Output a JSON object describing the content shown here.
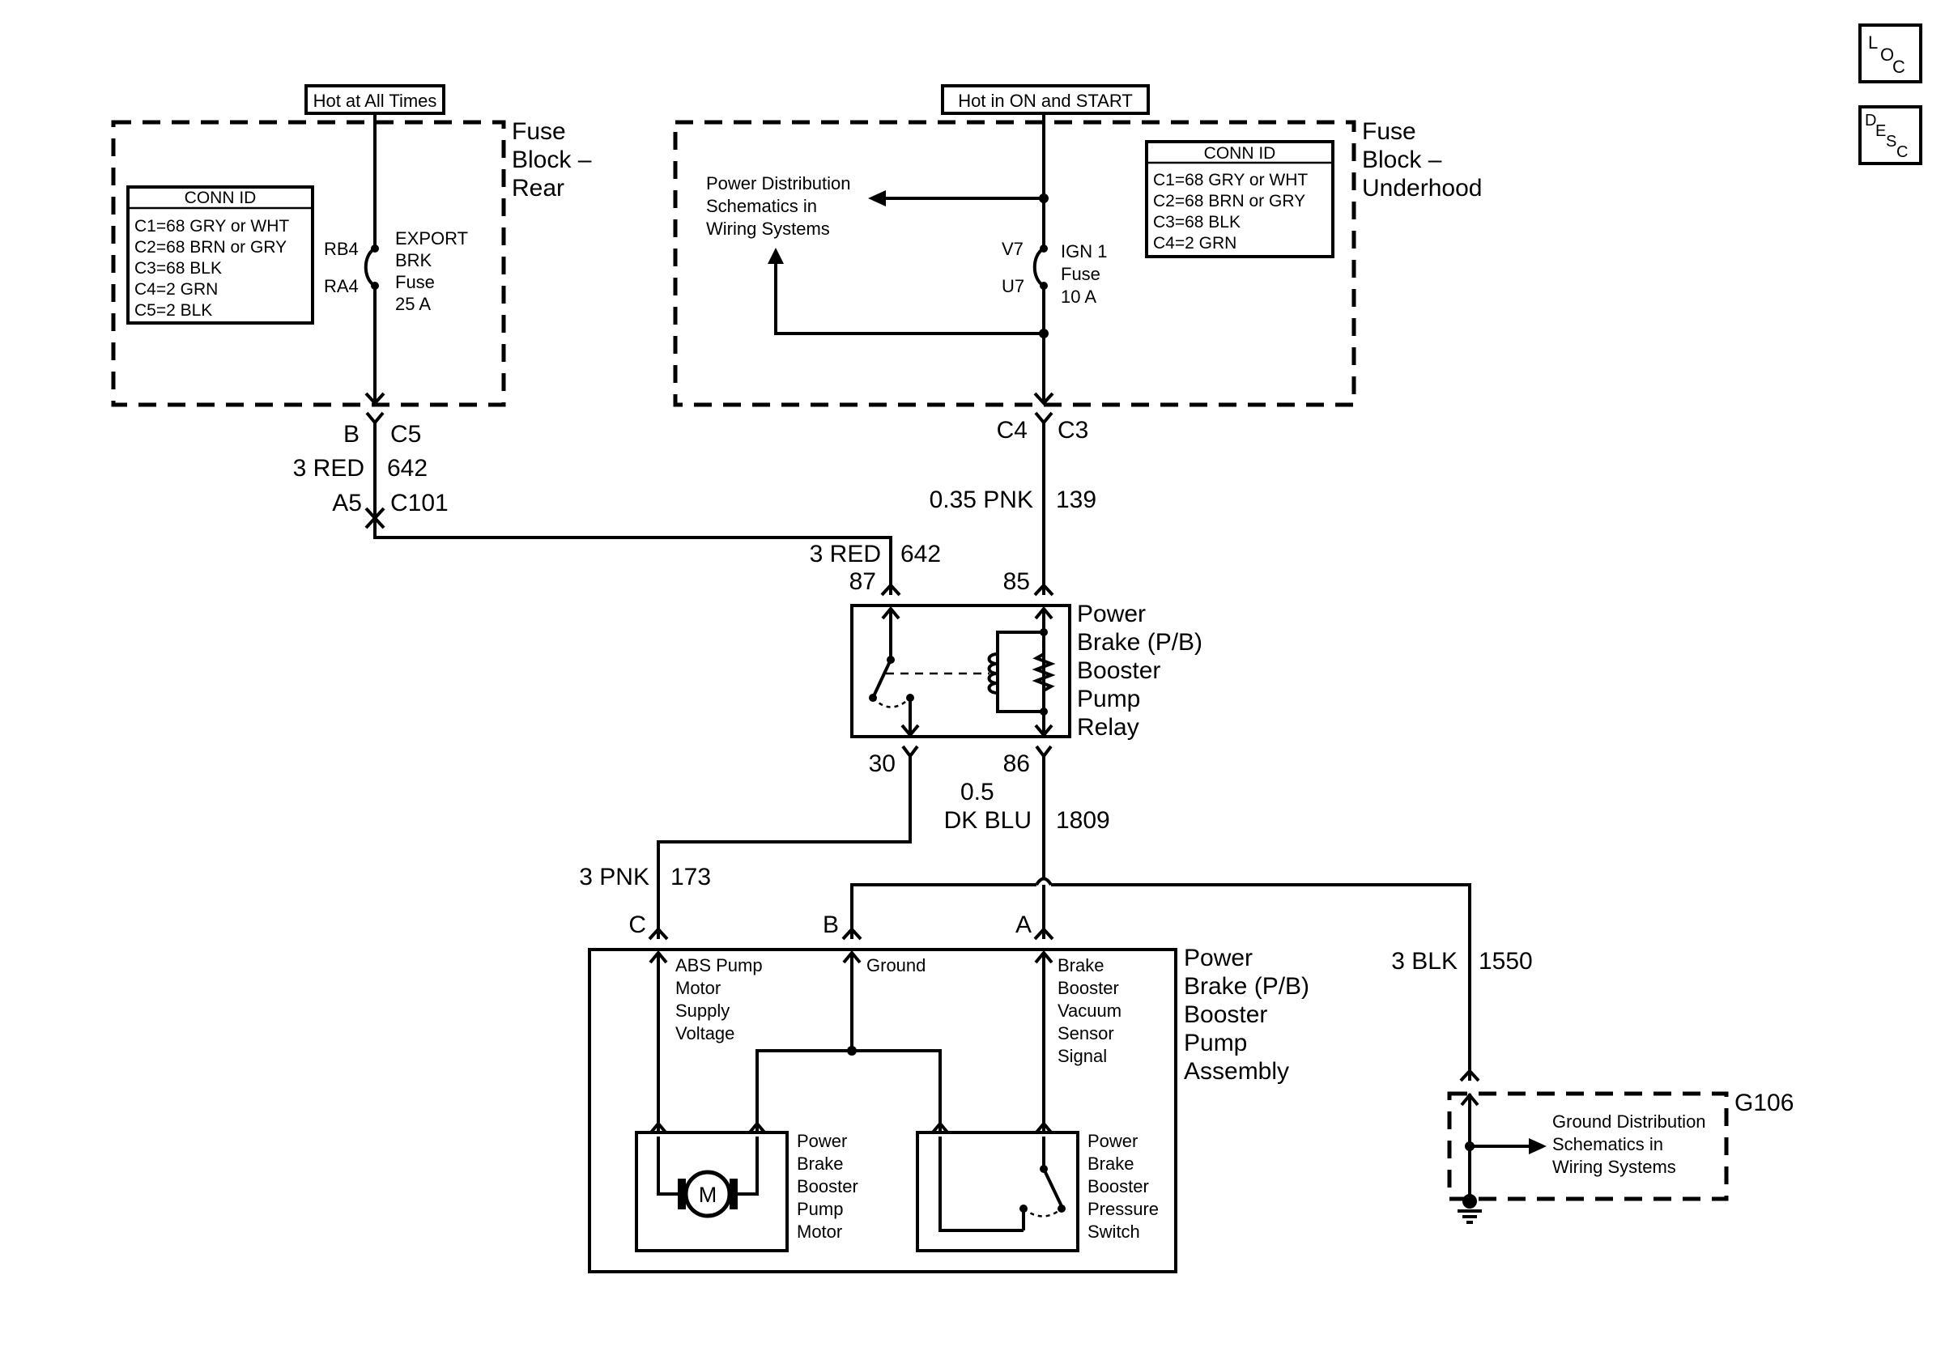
{
  "corner_icons": {
    "loc": [
      "L",
      "O",
      "C"
    ],
    "desc": [
      "D",
      "E",
      "S",
      "C"
    ]
  },
  "hot_labels": {
    "rear": "Hot at All Times",
    "underhood": "Hot in ON and START"
  },
  "fuse_block_rear": {
    "title": [
      "Fuse",
      "Block –",
      "Rear"
    ],
    "conn_header": "CONN ID",
    "conn_lines": [
      "C1=68 GRY or WHT",
      "C2=68 BRN or GRY",
      "C3=68 BLK",
      "C4=2 GRN",
      "C5=2 BLK"
    ],
    "terminal_top": "RB4",
    "terminal_bottom": "RA4",
    "fuse_label": [
      "EXPORT",
      "BRK",
      "Fuse",
      "25 A"
    ]
  },
  "fuse_block_underhood": {
    "title": [
      "Fuse",
      "Block –",
      "Underhood"
    ],
    "conn_header": "CONN ID",
    "conn_lines": [
      "C1=68 GRY or WHT",
      "C2=68 BRN or GRY",
      "C3=68 BLK",
      "C4=2 GRN"
    ],
    "terminal_top": "V7",
    "terminal_bottom": "U7",
    "fuse_label": [
      "IGN 1",
      "Fuse",
      "10 A"
    ],
    "power_dist": [
      "Power Distribution",
      "Schematics in",
      "Wiring Systems"
    ]
  },
  "rear_connectors": {
    "pin1": "B",
    "conn1": "C5",
    "wire_color": "3 RED",
    "circuit": "642",
    "pin2": "A5",
    "conn2": "C101"
  },
  "underhood_connector": {
    "pin": "C4",
    "conn": "C3",
    "wire_color": "0.35 PNK",
    "circuit": "139"
  },
  "relay": {
    "title": [
      "Power",
      "Brake (P/B)",
      "Booster",
      "Pump",
      "Relay"
    ],
    "wire_in": "3 RED",
    "circuit_in": "642",
    "pin87": "87",
    "pin85": "85",
    "pin30": "30",
    "pin86": "86"
  },
  "wire_dkblu": {
    "gauge": "0.5",
    "color": "DK BLU",
    "circuit": "1809"
  },
  "wire_pnk": {
    "color": "3 PNK",
    "circuit": "173"
  },
  "wire_blk": {
    "color": "3 BLK",
    "circuit": "1550"
  },
  "assembly": {
    "title": [
      "Power",
      "Brake (P/B)",
      "Booster",
      "Pump",
      "Assembly"
    ],
    "pin_c": "C",
    "pin_b": "B",
    "pin_a": "A",
    "abs_label": [
      "ABS Pump",
      "Motor",
      "Supply",
      "Voltage"
    ],
    "ground_label": "Ground",
    "sensor_label": [
      "Brake",
      "Booster",
      "Vacuum",
      "Sensor",
      "Signal"
    ],
    "motor_label": [
      "Power",
      "Brake",
      "Booster",
      "Pump",
      "Motor"
    ],
    "motor_symbol": "M",
    "switch_label": [
      "Power",
      "Brake",
      "Booster",
      "Pressure",
      "Switch"
    ]
  },
  "ground": {
    "id": "G106",
    "label": [
      "Ground Distribution",
      "Schematics in",
      "Wiring Systems"
    ]
  }
}
